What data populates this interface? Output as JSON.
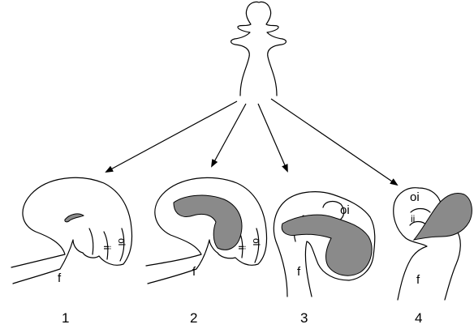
{
  "source": {
    "label": ""
  },
  "panels": [
    {
      "number": "1",
      "labels": {
        "f": "f",
        "ii": "ii",
        "oi": "oi"
      }
    },
    {
      "number": "2",
      "labels": {
        "f": "f",
        "ii": "ii",
        "oi": "oi"
      }
    },
    {
      "number": "3",
      "labels": {
        "f": "f",
        "oi": "oi"
      }
    },
    {
      "number": "4",
      "labels": {
        "f": "f",
        "ii": "ii",
        "oi": "oi"
      }
    }
  ],
  "colors": {
    "line": "#000000",
    "shade": "#8a8a8a",
    "background": "#ffffff"
  }
}
